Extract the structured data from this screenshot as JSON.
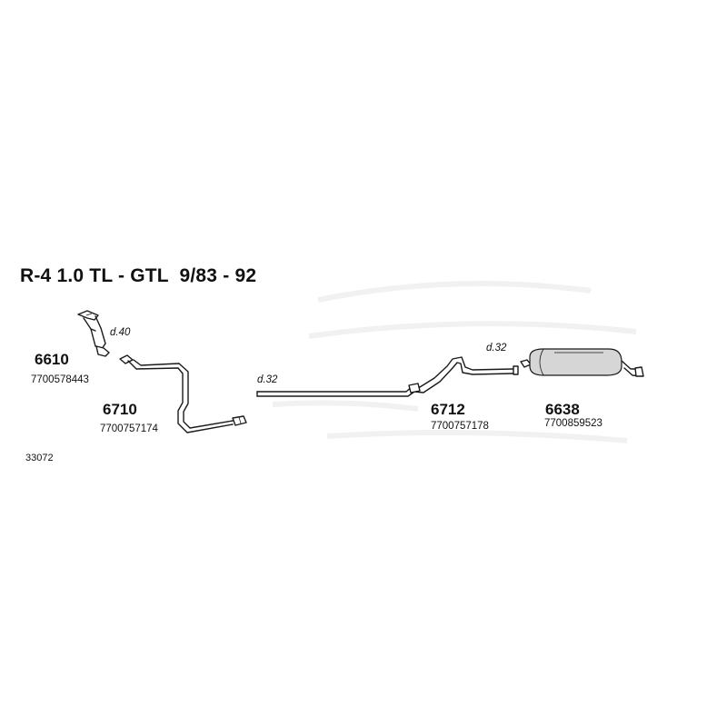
{
  "title": "R-4 1.0 TL - GTL  9/83 - 92",
  "diagram_code": "33072",
  "parts": [
    {
      "number": "6610",
      "reference": "7700578443"
    },
    {
      "number": "6710",
      "reference": "7700757174"
    },
    {
      "number": "6712",
      "reference": "7700757178"
    },
    {
      "number": "6638",
      "reference": "7700859523"
    }
  ],
  "diameters": {
    "d40": "d.40",
    "d32_front": "d.32",
    "d32_rear": "d.32"
  }
}
